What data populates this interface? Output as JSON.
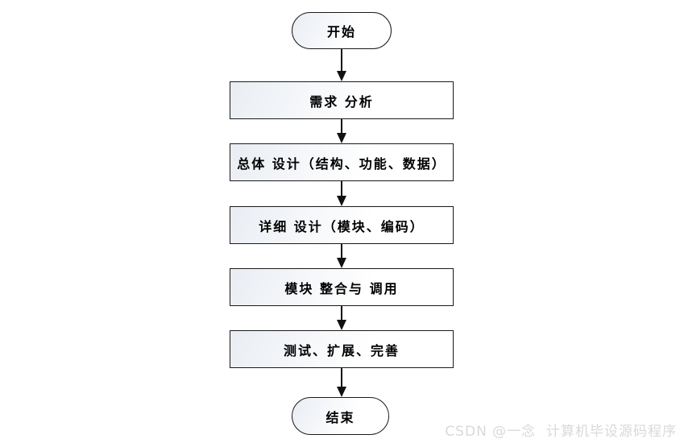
{
  "flowchart": {
    "nodes": [
      {
        "id": "start",
        "shape": "stadium",
        "label": "开始"
      },
      {
        "id": "requirements",
        "shape": "rect",
        "label": "需求 分析"
      },
      {
        "id": "overall-design",
        "shape": "rect",
        "label": "总体 设计（结构、功能、数据）"
      },
      {
        "id": "detailed-design",
        "shape": "rect",
        "label": "详细 设计（模块、编码）"
      },
      {
        "id": "module-integration",
        "shape": "rect",
        "label": "模块 整合与 调用"
      },
      {
        "id": "testing",
        "shape": "rect",
        "label": "测试、扩展、完善"
      },
      {
        "id": "end",
        "shape": "stadium",
        "label": "结束"
      }
    ],
    "colors": {
      "node_border": "#1a1a1a",
      "node_fill_top": "#e9edf3",
      "node_fill_bottom": "#ffffff",
      "node_text": "#000000",
      "arrow": "#111111"
    }
  },
  "watermark": {
    "text": "CSDN @一念  计算机毕设源码程序",
    "color": "#d9d9d9"
  }
}
